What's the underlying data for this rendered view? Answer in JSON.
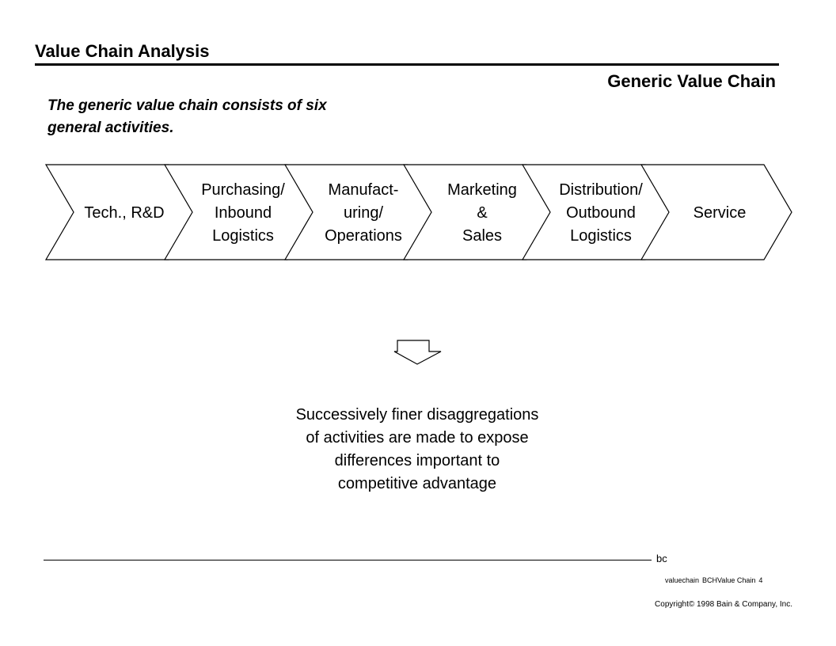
{
  "header": {
    "title": "Value Chain Analysis",
    "subtitle": "Generic Value Chain"
  },
  "intro": {
    "text_line1": "The generic value chain consists of six",
    "text_line2": "general activities."
  },
  "chain": {
    "steps": [
      {
        "lines": [
          "Tech., R&D"
        ]
      },
      {
        "lines": [
          "Purchasing/",
          "Inbound",
          "Logistics"
        ]
      },
      {
        "lines": [
          "Manufact-",
          "uring/",
          "Operations"
        ]
      },
      {
        "lines": [
          "Marketing",
          "&",
          "Sales"
        ]
      },
      {
        "lines": [
          "Distribution/",
          "Outbound",
          "Logistics"
        ]
      },
      {
        "lines": [
          "Service"
        ]
      }
    ],
    "stroke_color": "#000000",
    "fill_color": "#ffffff"
  },
  "body": {
    "lines": [
      "Successively finer disaggregations",
      "of activities are made to expose",
      "differences important to",
      "competitive advantage"
    ]
  },
  "footer": {
    "mark": "bc",
    "file_a": "valuechain",
    "file_b": "BCHValue Chain",
    "page": "4",
    "copyright": "Copyright© 1998 Bain & Company, Inc."
  }
}
